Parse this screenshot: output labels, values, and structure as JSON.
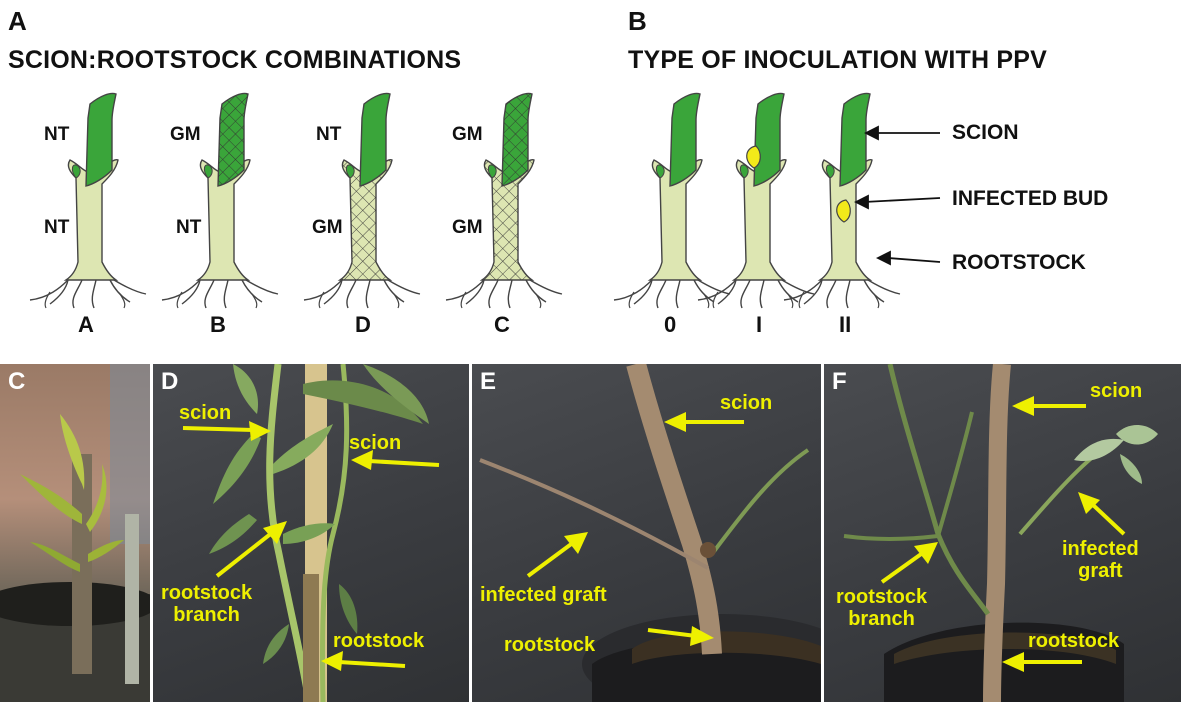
{
  "panel_a": {
    "letter": "A",
    "title": "SCION:ROOTSTOCK COMBINATIONS",
    "plants": [
      {
        "caption": "A",
        "scion": "NT",
        "rootstock": "NT"
      },
      {
        "caption": "B",
        "scion": "GM",
        "rootstock": "NT"
      },
      {
        "caption": "D",
        "scion": "NT",
        "rootstock": "GM"
      },
      {
        "caption": "C",
        "scion": "GM",
        "rootstock": "GM"
      }
    ]
  },
  "panel_b": {
    "letter": "B",
    "title": "TYPE OF INOCULATION WITH PPV",
    "plants": [
      {
        "caption": "0"
      },
      {
        "caption": "I"
      },
      {
        "caption": "II"
      }
    ],
    "labels": {
      "scion": "SCION",
      "infected_bud": "INFECTED BUD",
      "rootstock": "ROOTSTOCK"
    }
  },
  "photos": {
    "c": {
      "letter": "C"
    },
    "d": {
      "letter": "D",
      "scion_1": "scion",
      "scion_2": "scion",
      "rootstock_branch": "rootstock\nbranch",
      "rootstock": "rootstock"
    },
    "e": {
      "letter": "E",
      "scion": "scion",
      "infected_graft": "infected graft",
      "rootstock": "rootstock"
    },
    "f": {
      "letter": "F",
      "scion": "scion",
      "infected_graft": "infected\ngraft",
      "rootstock_branch": "rootstock\nbranch",
      "rootstock": "rootstock"
    }
  },
  "colors": {
    "scion_green": "#3aa53a",
    "rootstock_green": "#dde6b2",
    "infected_yellow": "#f2ea1a",
    "annotation_yellow": "#eef000"
  }
}
